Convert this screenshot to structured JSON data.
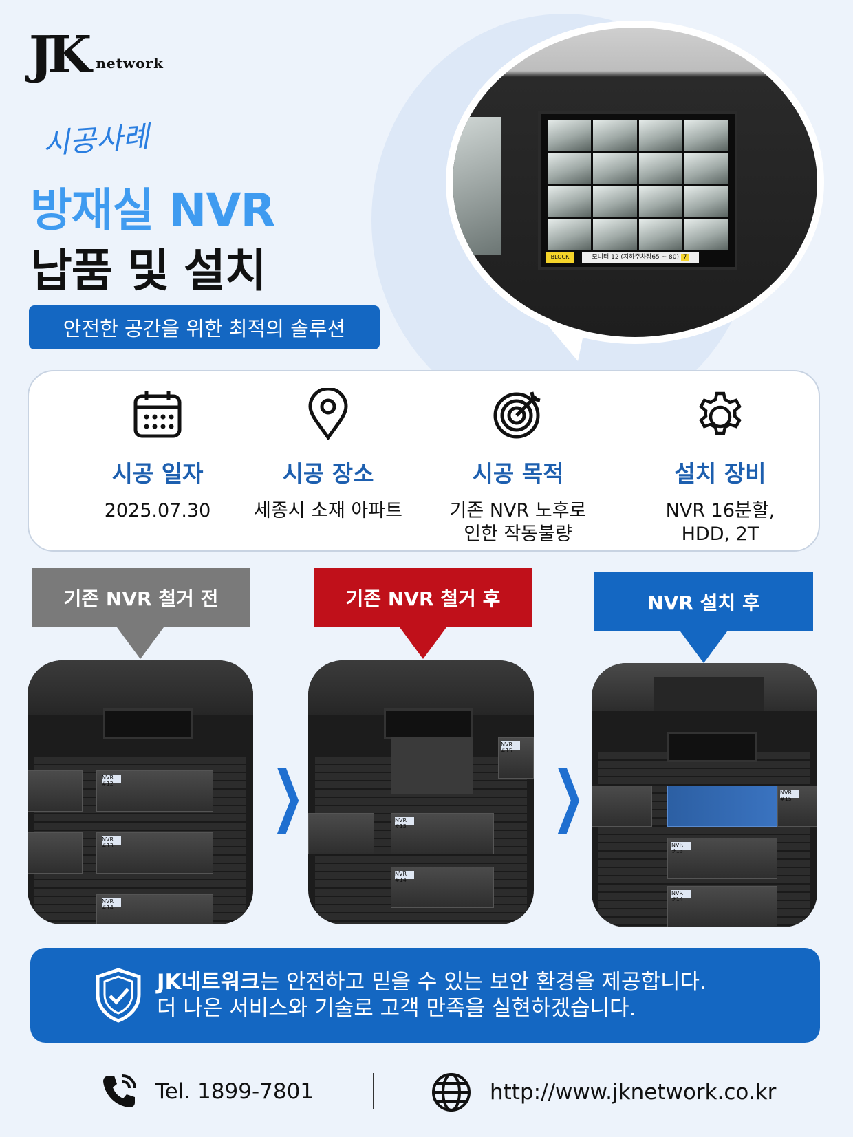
{
  "brand": {
    "logo_mark": "JK",
    "logo_text": "network"
  },
  "hero": {
    "script_title": "시공사례",
    "title_line1": "방재실 NVR",
    "title_line2": "납품 및 설치",
    "tagline": "안전한 공간을 위한 최적의 솔루션"
  },
  "photo_labels": {
    "monitor_caption": "모니터 12 (지하주차장65 ~ 80)",
    "monitor_tag": "7",
    "block_label": "BLOCK"
  },
  "info": [
    {
      "icon": "calendar-icon",
      "label": "시공 일자",
      "value": "2025.07.30",
      "value2": ""
    },
    {
      "icon": "location-pin-icon",
      "label": "시공 장소",
      "value": "세종시 소재 아파트",
      "value2": ""
    },
    {
      "icon": "target-icon",
      "label": "시공 목적",
      "value": "기존 NVR 노후로",
      "value2": "인한 작동불량"
    },
    {
      "icon": "gear-icon",
      "label": "설치 장비",
      "value": "NVR 16분할,",
      "value2": "HDD, 2T"
    }
  ],
  "steps": [
    {
      "label": "기존 NVR 철거 전",
      "color": "#7a7a7a"
    },
    {
      "label": "기존 NVR 철거 후",
      "color": "#c0101a"
    },
    {
      "label": "NVR 설치 후",
      "color": "#1467c2"
    }
  ],
  "rack_tags": {
    "a1": "NVR #12",
    "a2": "NVR #13",
    "a3": "NVR #14",
    "b1": "NVR #15",
    "b2": "NVR #13",
    "b3": "NVR #14",
    "c1": "NVR #15",
    "c2": "NVR #13",
    "c3": "NVR #14"
  },
  "banner": {
    "brand_name": "JK네트워크",
    "line1_rest": "는 안전하고 믿을 수 있는 보안 환경을 제공합니다.",
    "line2": "더 나은 서비스와 기술로 고객 만족을 실현하겠습니다."
  },
  "contact": {
    "phone": "Tel. 1899-7801",
    "website": "http://www.jknetwork.co.kr"
  },
  "colors": {
    "accent_blue": "#1467c2",
    "title_blue": "#3f9bf0",
    "label_blue": "#1d5faf",
    "step_red": "#c0101a",
    "step_gray": "#7a7a7a",
    "background": "#edf3fb"
  }
}
